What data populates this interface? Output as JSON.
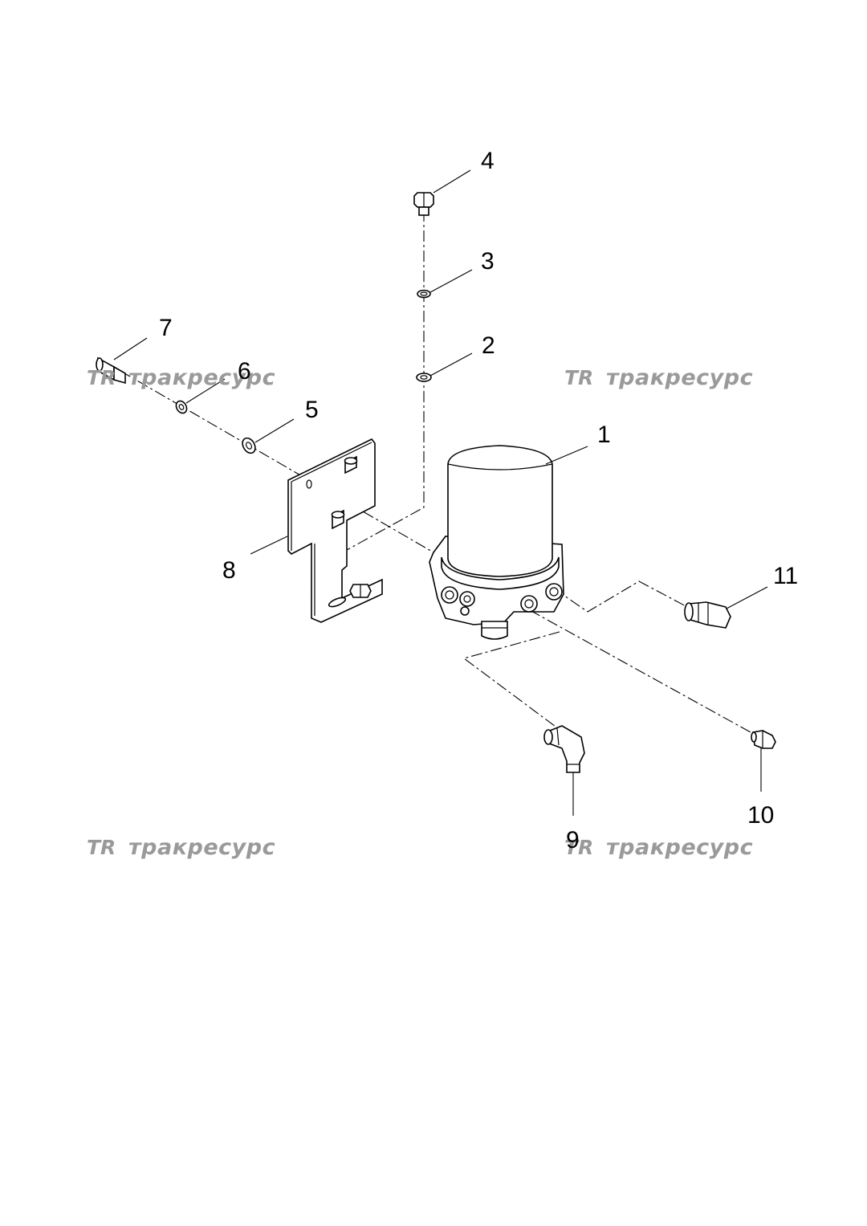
{
  "watermark": {
    "brand_text": "тракресурс",
    "logo_text": "TR"
  },
  "callouts": {
    "c1": "1",
    "c2": "2",
    "c3": "3",
    "c4": "4",
    "c5": "5",
    "c6": "6",
    "c7": "7",
    "c8": "8",
    "c9": "9",
    "c10": "10",
    "c11": "11"
  }
}
